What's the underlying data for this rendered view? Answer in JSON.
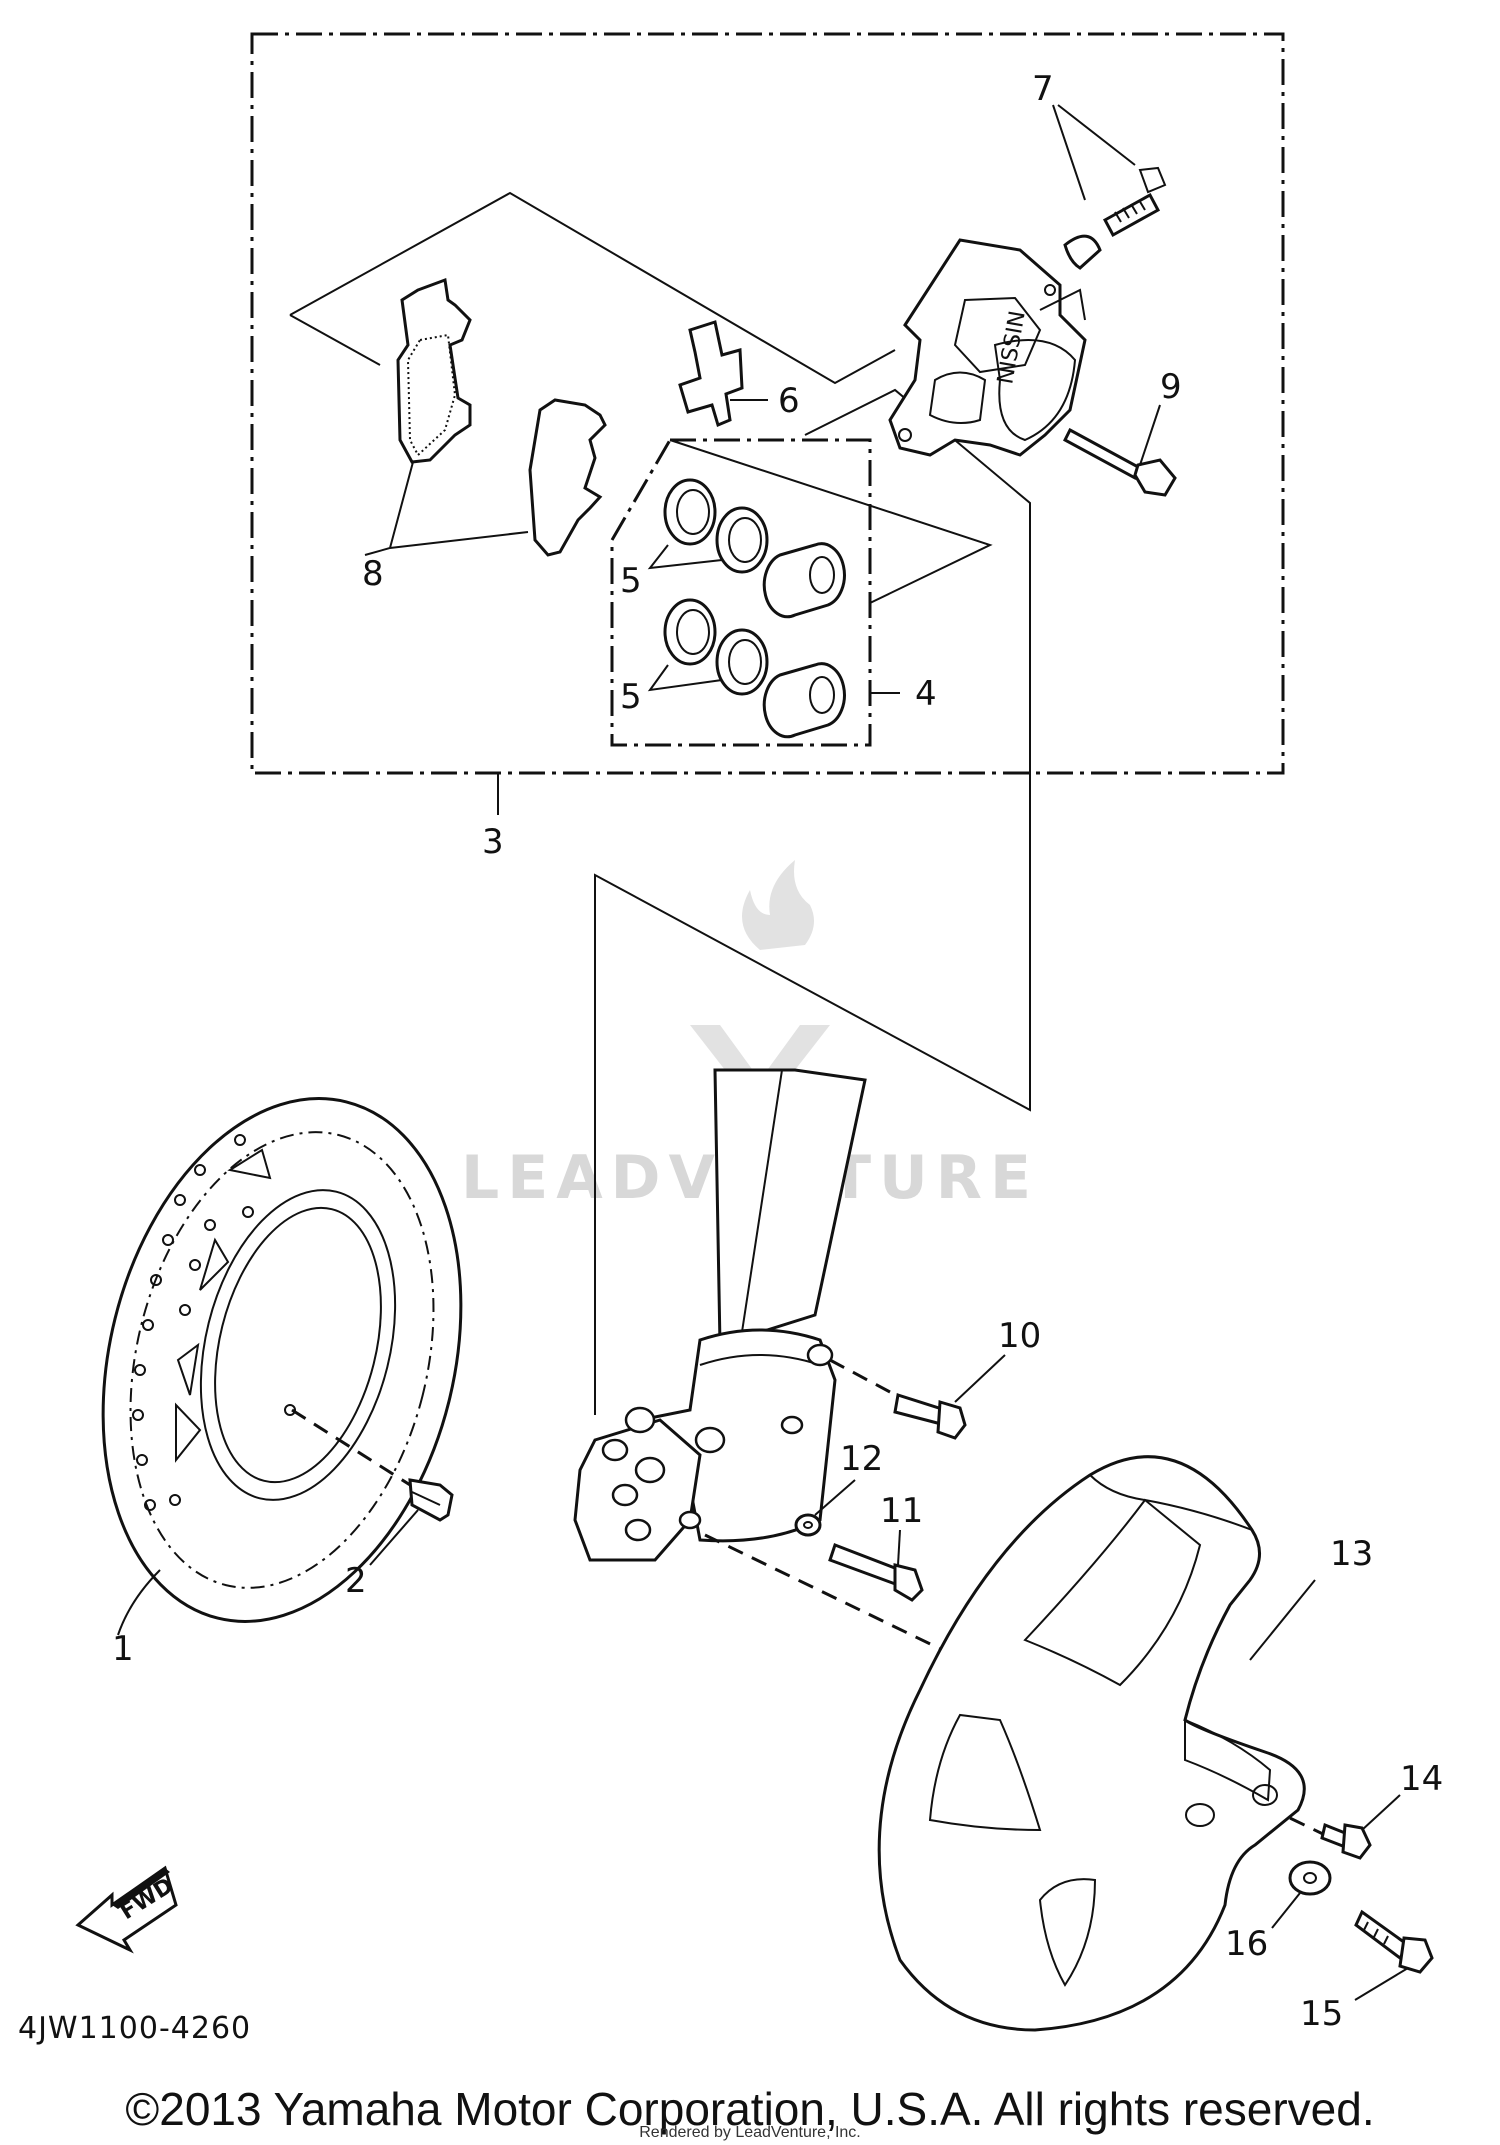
{
  "diagram": {
    "part_code": "4JW1100-4260",
    "fwd_label": "FWD",
    "watermark": "LEADVENTURE",
    "callouts": [
      "1",
      "2",
      "3",
      "4",
      "5",
      "5",
      "6",
      "7",
      "8",
      "9",
      "10",
      "11",
      "12",
      "13",
      "14",
      "15",
      "16"
    ]
  },
  "footer": {
    "copyright": "©2013 Yamaha Motor Corporation, U.S.A. All rights reserved.",
    "rendered_by": "Rendered by LeadVenture, Inc."
  }
}
